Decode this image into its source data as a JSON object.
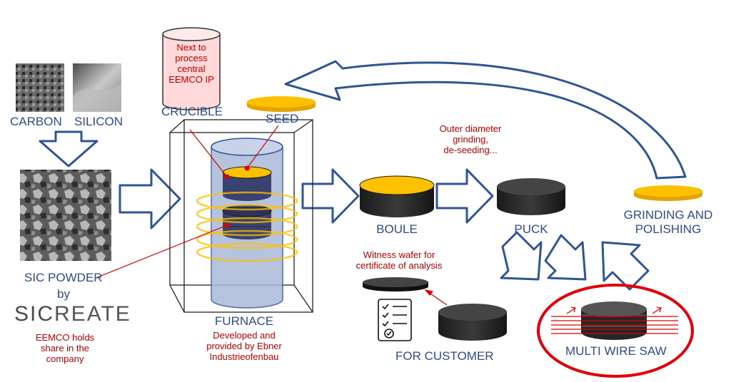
{
  "labels": {
    "carbon": "CARBON",
    "silicon": "SILICON",
    "sic_powder": "SIC POWDER",
    "by": "by",
    "sicreate_left": "SIC",
    "sicreate_right": "REATE",
    "eemco_holds": [
      "EEMCO holds",
      "share in the",
      "company"
    ],
    "crucible": "CRUCIBLE",
    "crucible_note": [
      "Next to",
      "process",
      "central",
      "EEMCO IP"
    ],
    "seed": "SEED",
    "furnace": "FURNACE",
    "furnace_note": [
      "Developed and",
      "provided by Ebner",
      "Industrieofenbau"
    ],
    "od_note": [
      "Outer diameter",
      "grinding,",
      "de-seeding..."
    ],
    "boule": "BOULE",
    "puck": "PUCK",
    "grinding": [
      "GRINDING AND",
      "POLISHING"
    ],
    "witness": [
      "Witness wafer for",
      "certificate of analysis"
    ],
    "for_customer": "FOR CUSTOMER",
    "multi_wire_saw": "MULTI WIRE SAW"
  },
  "colors": {
    "blue_text": "#2e4d8c",
    "red_text": "#c00000",
    "arrow_outline": "#2f5597",
    "gold": "#ffc000",
    "dark_disc": "#262626",
    "crucible_note_fill": "#ffd9d9",
    "furnace_body": "#a9b9d9",
    "highlight_circle": "#e0000a"
  }
}
